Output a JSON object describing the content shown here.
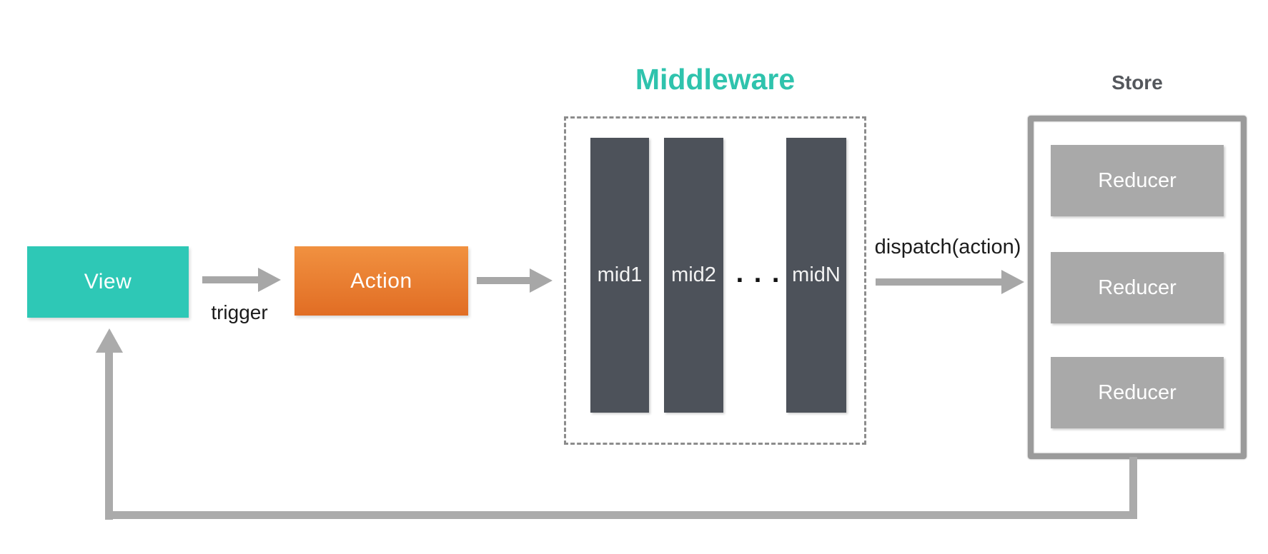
{
  "colors": {
    "view_teal": "#2EC8B6",
    "middleware_title_teal": "#2FC3AD",
    "action_orange_top": "#F19140",
    "action_orange_bottom": "#E16D24",
    "middleware_bar_dark": "#4D525A",
    "arrow_gray": "#A7A7A7",
    "reducer_gray": "#A9A9A9",
    "store_border_gray": "#9B9B9B",
    "store_title_gray": "#54575C"
  },
  "view": {
    "label": "View"
  },
  "action": {
    "label": "Action"
  },
  "edges": {
    "trigger_label": "trigger",
    "dispatch_label": "dispatch(action)"
  },
  "middleware": {
    "title": "Middleware",
    "ellipsis": ". . .",
    "items": [
      {
        "label": "mid1"
      },
      {
        "label": "mid2"
      },
      {
        "label": "midN"
      }
    ]
  },
  "store": {
    "title": "Store",
    "reducers": [
      {
        "label": "Reducer"
      },
      {
        "label": "Reducer"
      },
      {
        "label": "Reducer"
      }
    ]
  }
}
